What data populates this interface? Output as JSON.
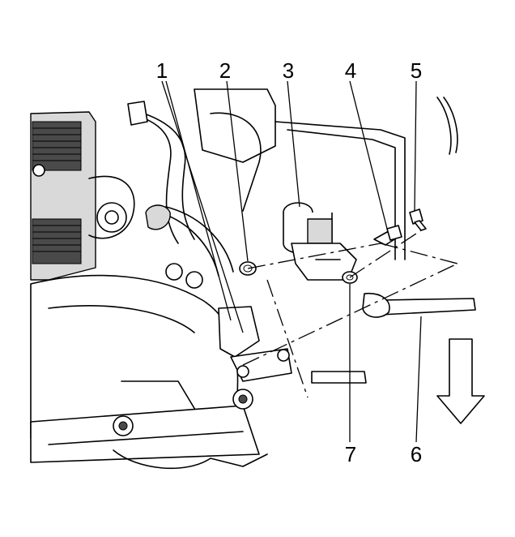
{
  "callouts": [
    {
      "label": "1"
    },
    {
      "label": "2"
    },
    {
      "label": "3"
    },
    {
      "label": "4"
    },
    {
      "label": "5"
    },
    {
      "label": "6"
    },
    {
      "label": "7"
    }
  ],
  "arrow_direction": "down",
  "colors": {
    "line": "#000000",
    "shade": "#d9d9d9",
    "dark": "#4a4a4a",
    "background": "#ffffff"
  }
}
